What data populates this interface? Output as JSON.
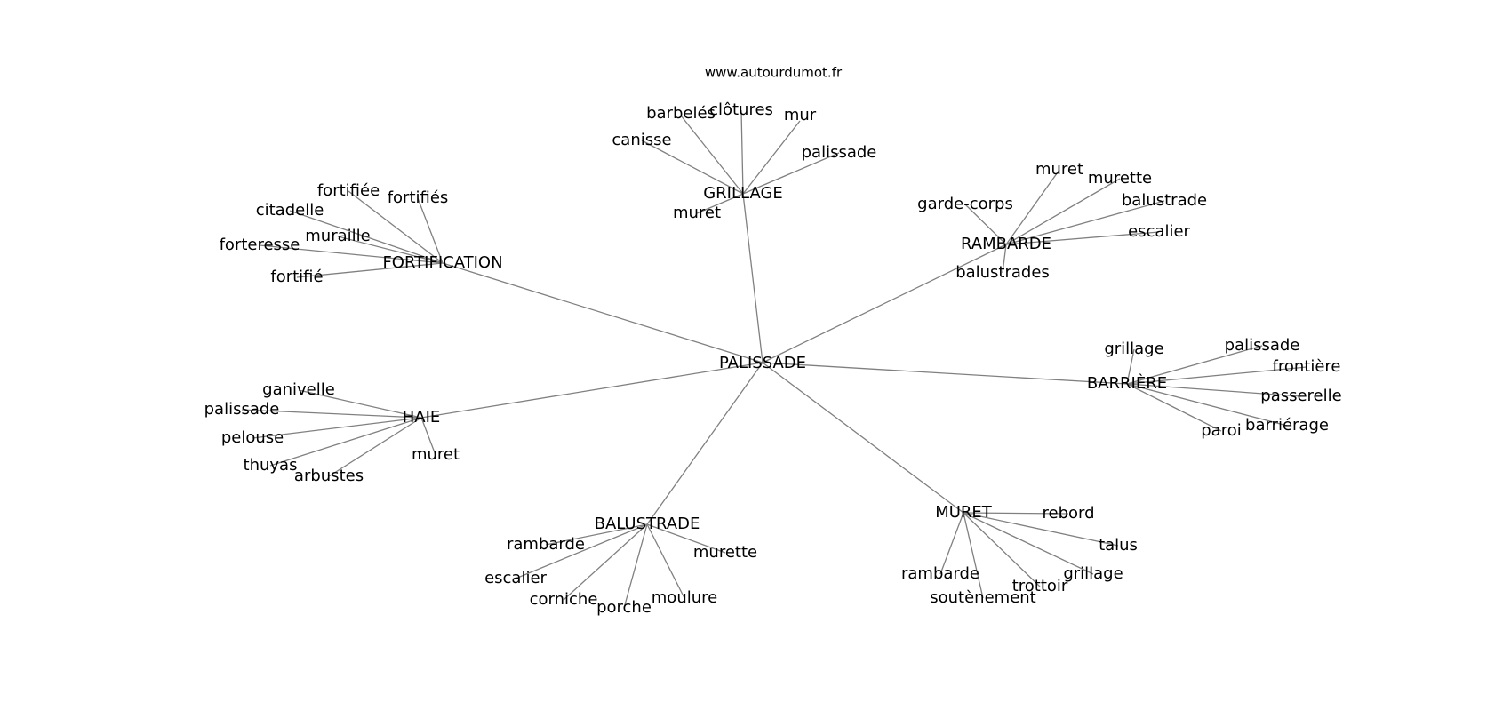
{
  "source": "www.autourdumot.fr",
  "graph": {
    "center": "PALISSADE",
    "clusters": [
      {
        "hub": "GRILLAGE",
        "leaves": [
          "barbelés",
          "clôtures",
          "mur",
          "canisse",
          "palissade",
          "muret"
        ]
      },
      {
        "hub": "FORTIFICATION",
        "leaves": [
          "fortifiée",
          "fortifiés",
          "citadelle",
          "muraille",
          "forteresse",
          "fortifié"
        ]
      },
      {
        "hub": "RAMBARDE",
        "leaves": [
          "muret",
          "murette",
          "garde-corps",
          "balustrade",
          "escalier",
          "balustrades"
        ]
      },
      {
        "hub": "BARRIÈRE",
        "leaves": [
          "grillage",
          "palissade",
          "frontière",
          "passerelle",
          "barriérage",
          "paroi"
        ]
      },
      {
        "hub": "HAIE",
        "leaves": [
          "ganivelle",
          "palissade",
          "pelouse",
          "thuyas",
          "arbustes",
          "muret"
        ]
      },
      {
        "hub": "BALUSTRADE",
        "leaves": [
          "rambarde",
          "murette",
          "escalier",
          "corniche",
          "porche",
          "moulure"
        ]
      },
      {
        "hub": "MURET",
        "leaves": [
          "rebord",
          "talus",
          "grillage",
          "trottoir",
          "rambarde",
          "soutènement"
        ]
      }
    ]
  }
}
